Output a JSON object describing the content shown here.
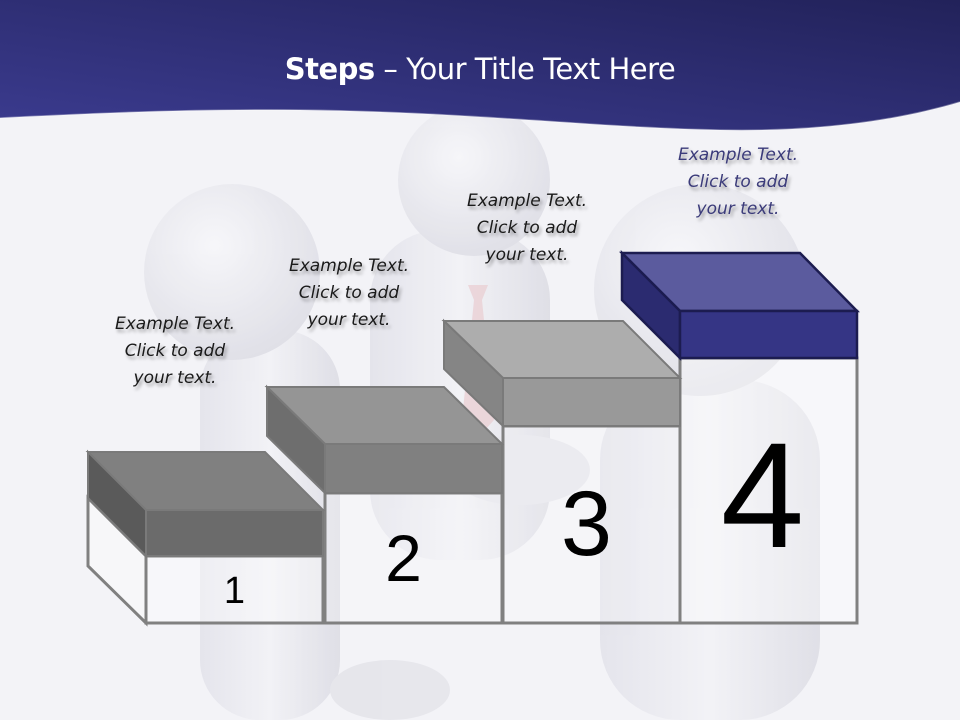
{
  "slide": {
    "title_bold": "Steps",
    "title_rest": " – Your Title Text Here",
    "colors": {
      "header_dark": "#252560",
      "header_light": "#3a3a8c",
      "accent_step_top": "#5b5b9e",
      "accent_step_front": "#353585",
      "accent_step_side": "#2b2b70",
      "grey_dark": "#6a6a6a",
      "grey_mid": "#808080",
      "grey_light": "#a8a8a8",
      "outline": "#7f7f7f"
    }
  },
  "steps": [
    {
      "number": "1",
      "caption": [
        "Example Text.",
        "Click  to add",
        "your text."
      ]
    },
    {
      "number": "2",
      "caption": [
        "Example Text.",
        "Click  to add",
        "your text."
      ]
    },
    {
      "number": "3",
      "caption": [
        "Example Text.",
        "Click  to add",
        "your text."
      ]
    },
    {
      "number": "4",
      "caption": [
        "Example Text.",
        "Click  to add",
        "your text."
      ]
    }
  ]
}
